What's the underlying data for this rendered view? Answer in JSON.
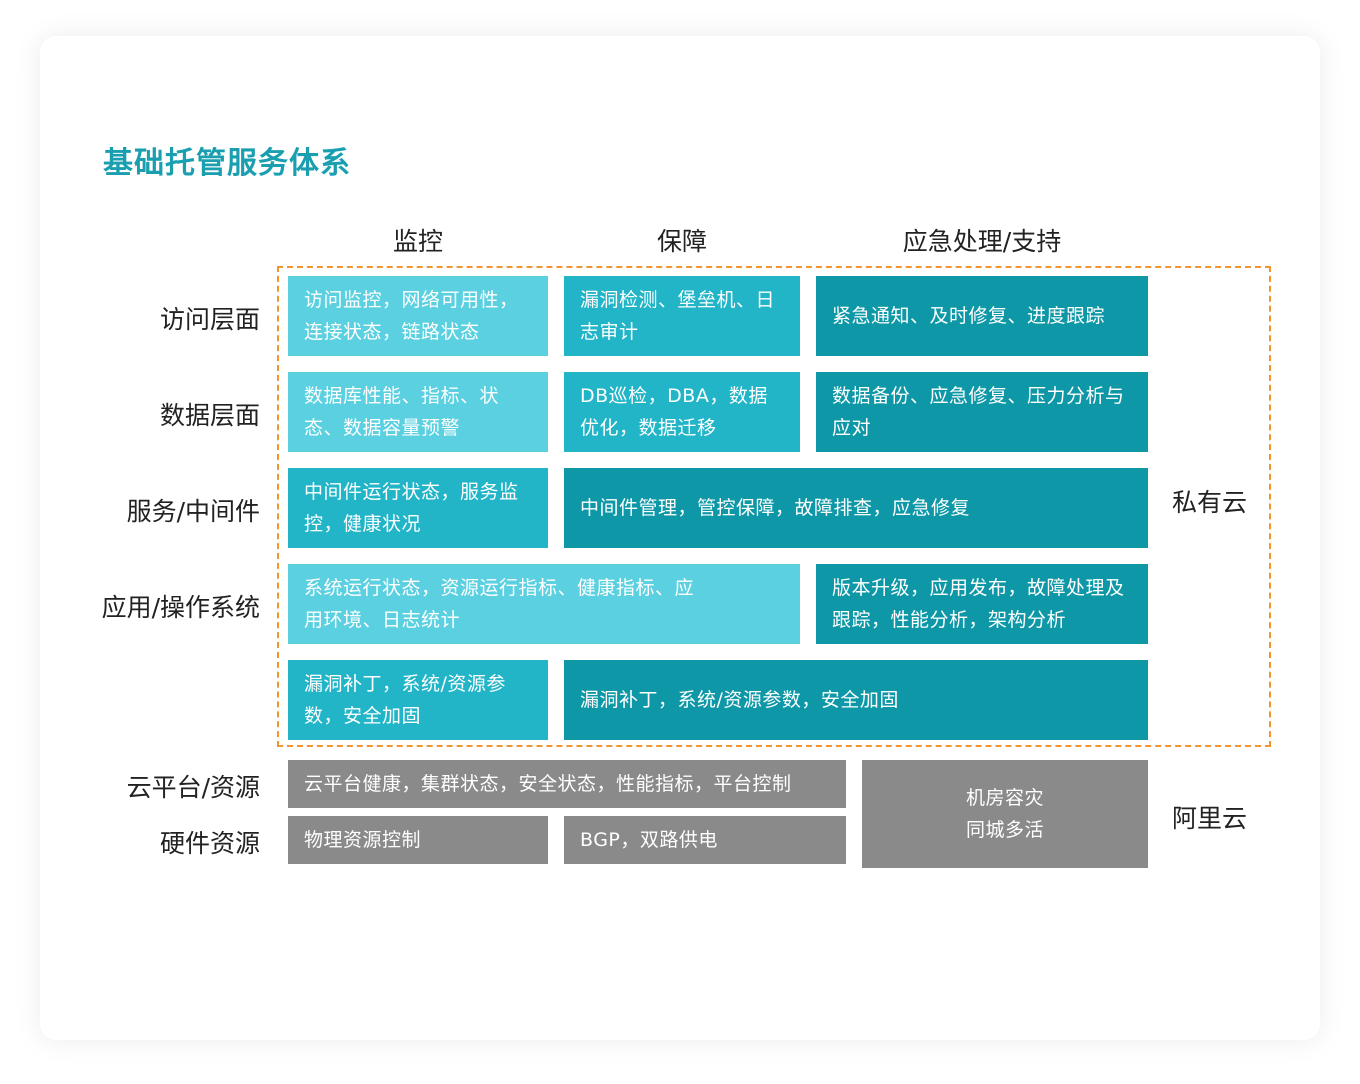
{
  "title": "基础托管服务体系",
  "columns": [
    "监控",
    "保障",
    "应急处理/支持"
  ],
  "rows": [
    "访问层面",
    "数据层面",
    "服务/中间件",
    "应用/操作系统",
    "云平台/资源",
    "硬件资源"
  ],
  "side_labels": [
    "私有云",
    "阿里云"
  ],
  "cells": {
    "access_monitor": "访问监控，网络可用性，连接状态，链路状态",
    "access_guarantee": "漏洞检测、堡垒机、日志审计",
    "access_emergency": "紧急通知、及时修复、进度跟踪",
    "data_monitor": "数据库性能、指标、状态、数据容量预警",
    "data_guarantee": "DB巡检，DBA，数据优化，数据迁移",
    "data_emergency": "数据备份、应急修复、压力分析与应对",
    "mw_monitor": "中间件运行状态，服务监控，健康状况",
    "mw_combined": "中间件管理，管控保障，故障排查，应急修复",
    "app_monitor": "系统运行状态，资源运行指标、健康指标、应用环境、日志统计",
    "app_emergency": "版本升级，应用发布，故障处理及跟踪，性能分析，架构分析",
    "patch_monitor": "漏洞补丁，系统/资源参数，安全加固",
    "patch_combined": "漏洞补丁，系统/资源参数，安全加固",
    "cloud_platform": "云平台健康，集群状态，安全状态，性能指标，平台控制",
    "hardware_control": "物理资源控制",
    "hardware_bgp": "BGP，双路供电",
    "disaster_line1": "机房容灾",
    "disaster_line2": "同城多活"
  },
  "colors": {
    "title": "#1a9fb0",
    "light": "#5ad0e0",
    "mid": "#22b5c8",
    "dark": "#0e98a7",
    "gray": "#8a8a8a",
    "dashed_border": "#f0952f"
  }
}
